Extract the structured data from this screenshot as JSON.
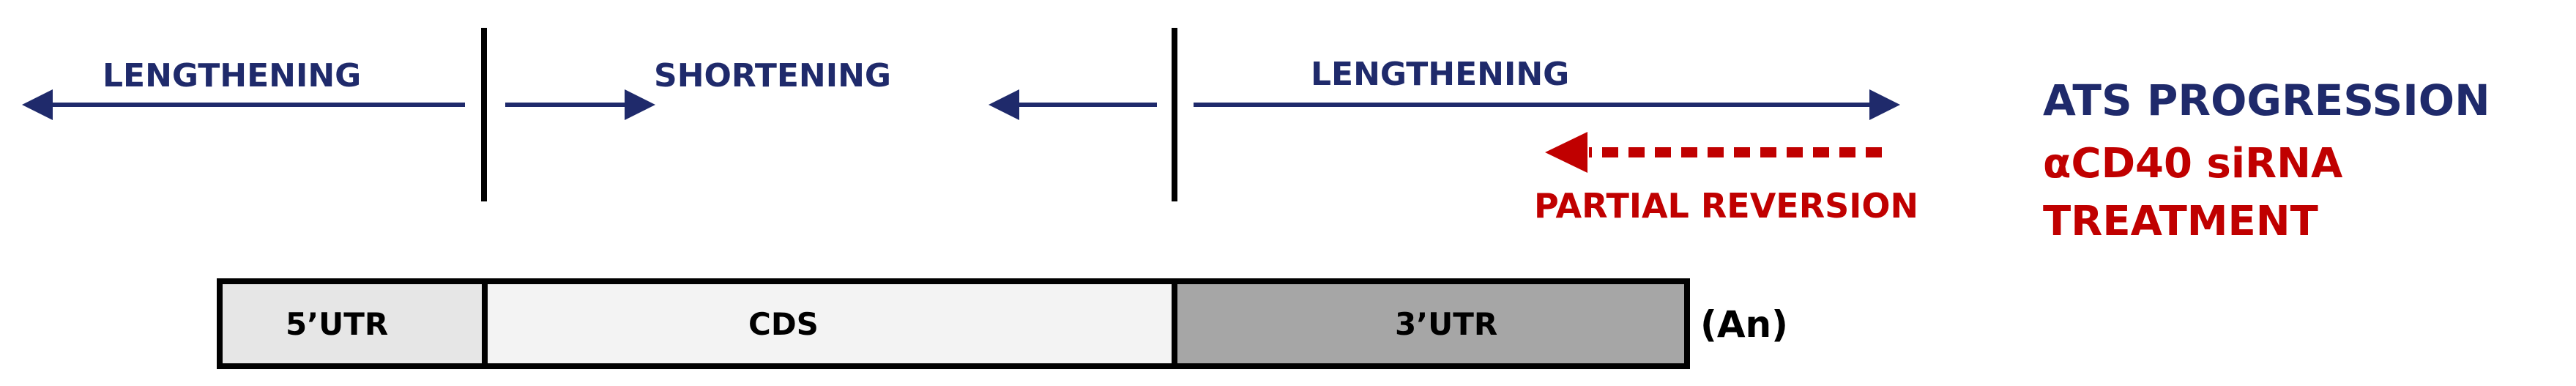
{
  "colors": {
    "navy": "#1f2a6b",
    "red": "#c00000",
    "utr5_fill": "#e6e6e6",
    "cds_fill": "#f3f3f3",
    "utr3_fill": "#a6a6a6",
    "outline": "#000000"
  },
  "top_labels": {
    "left_lengthening": "LENGTHENING",
    "shortening": "SHORTENING",
    "right_lengthening": "LENGTHENING",
    "partial_reversion": "PARTIAL REVERSION"
  },
  "legend": {
    "ats_progression": "ATS PROGRESSION",
    "sirna_line1": "αCD40 siRNA",
    "sirna_line2": "TREATMENT"
  },
  "transcript": {
    "segments": [
      {
        "label": "5’UTR"
      },
      {
        "label": "CDS"
      },
      {
        "label": "3’UTR"
      }
    ],
    "polya": "(An)"
  }
}
